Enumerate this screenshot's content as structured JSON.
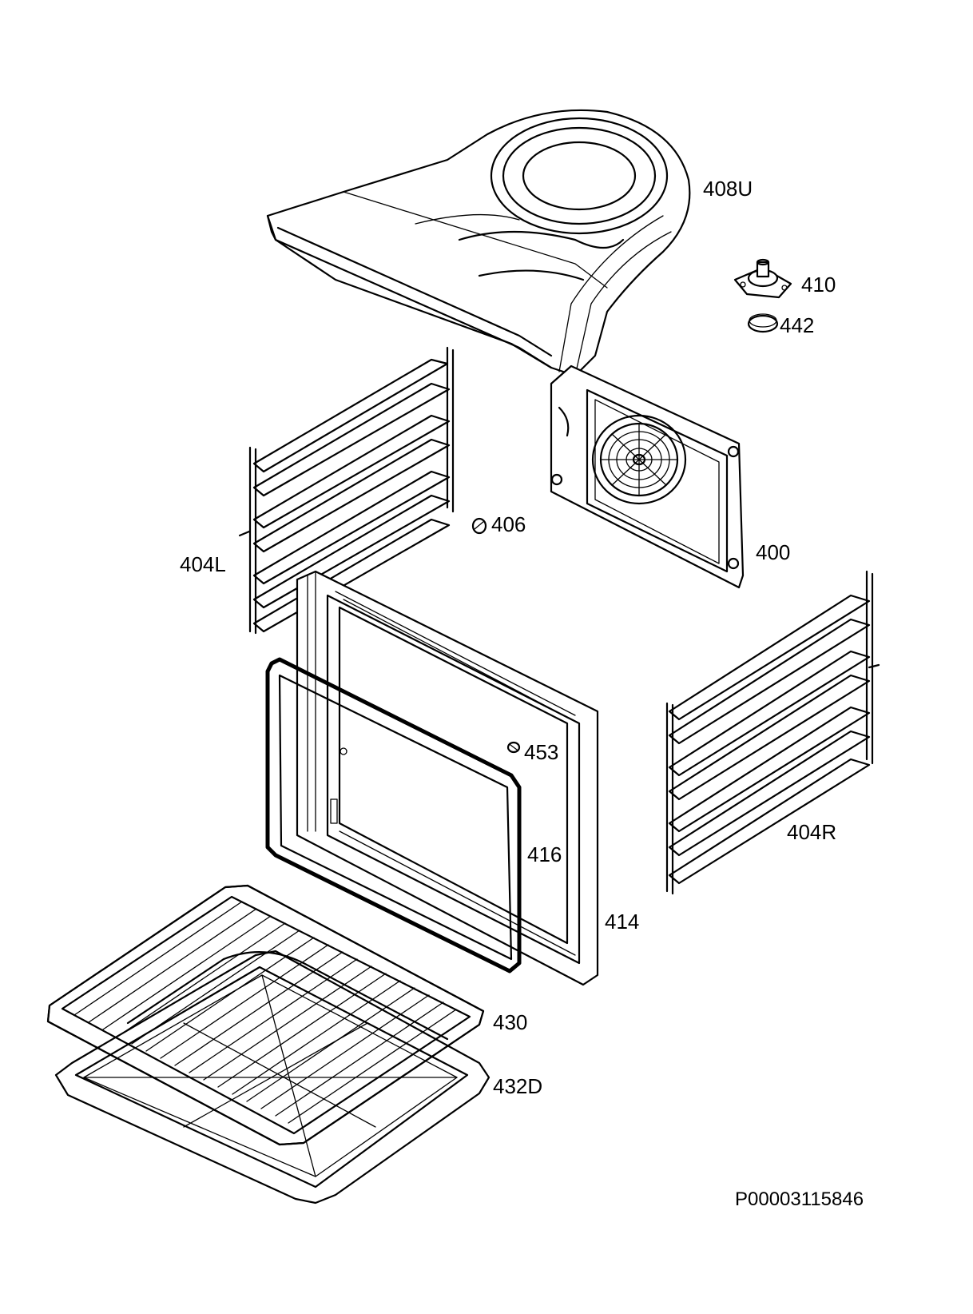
{
  "labels": {
    "p408U": "408U",
    "p410": "410",
    "p442": "442",
    "p406": "406",
    "p400": "400",
    "p404L": "404L",
    "p453": "453",
    "p404R": "404R",
    "p416": "416",
    "p414": "414",
    "p430": "430",
    "p432D": "432D"
  },
  "document_id": "P00003115846"
}
